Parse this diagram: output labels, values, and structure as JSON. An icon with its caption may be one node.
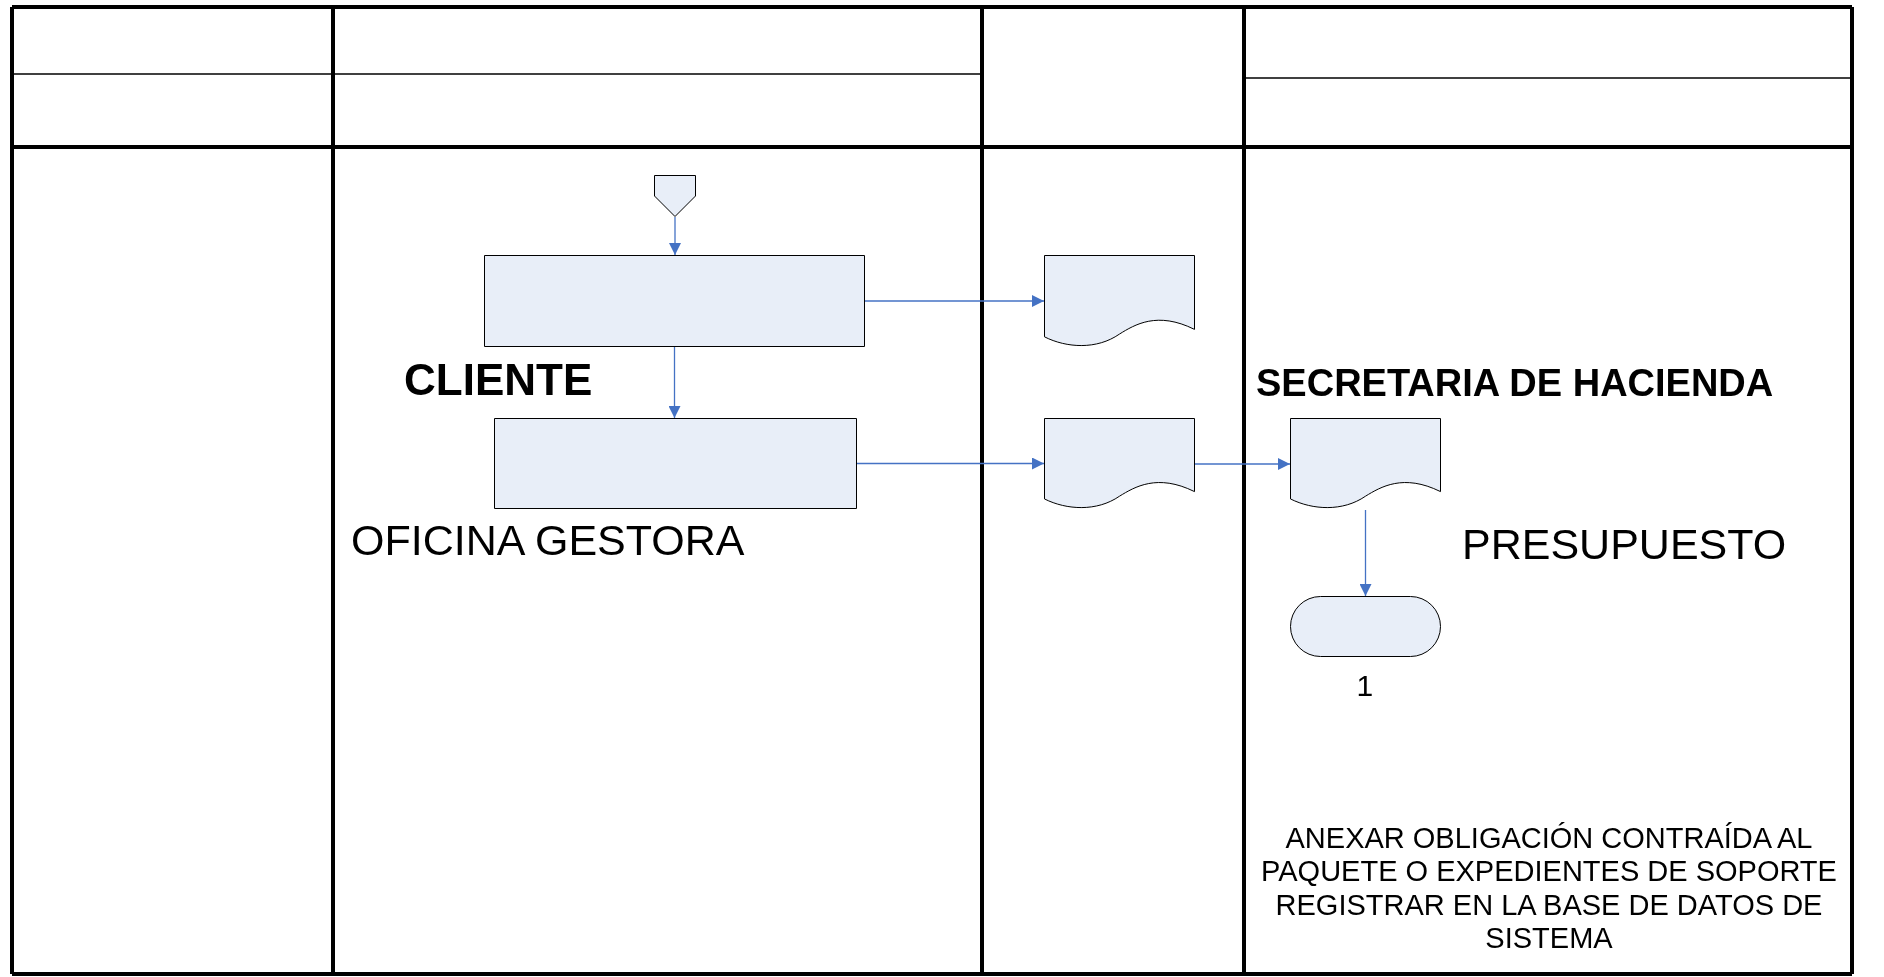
{
  "diagram": {
    "nodes": [
      {
        "text": [],
        "shape": "pentagon"
      },
      {
        "text": [],
        "shape": "box"
      },
      {
        "text": [],
        "shape": "document"
      },
      {
        "text": [],
        "shape": "box"
      },
      {
        "text": [],
        "shape": "document"
      },
      {
        "text": [],
        "shape": "document"
      },
      {
        "text": [],
        "shape": "terminator",
        "beside": [
          "1"
        ]
      }
    ],
    "edges": [
      {
        "from": 0,
        "to": 1,
        "arrow": "to"
      },
      {
        "from": 1,
        "to": 2,
        "arrow": "to"
      },
      {
        "from": 1,
        "to": 3,
        "arrow": "to"
      },
      {
        "from": 3,
        "to": 4,
        "arrow": "to"
      },
      {
        "from": 4,
        "to": 5,
        "arrow": "to"
      },
      {
        "from": 5,
        "to": 6,
        "arrow": "to"
      }
    ],
    "labels": [
      "CLIENTE",
      "SECRETARIA DE HACIENDA",
      "OFICINA GESTORA",
      "PRESUPUESTO",
      "ANEXAR OBLIGACIÓN CONTRAÍDA AL PAQUETE O EXPEDIENTES DE SOPORTE REGISTRAR EN LA BASE DE DATOS DE SISTEMA"
    ]
  }
}
